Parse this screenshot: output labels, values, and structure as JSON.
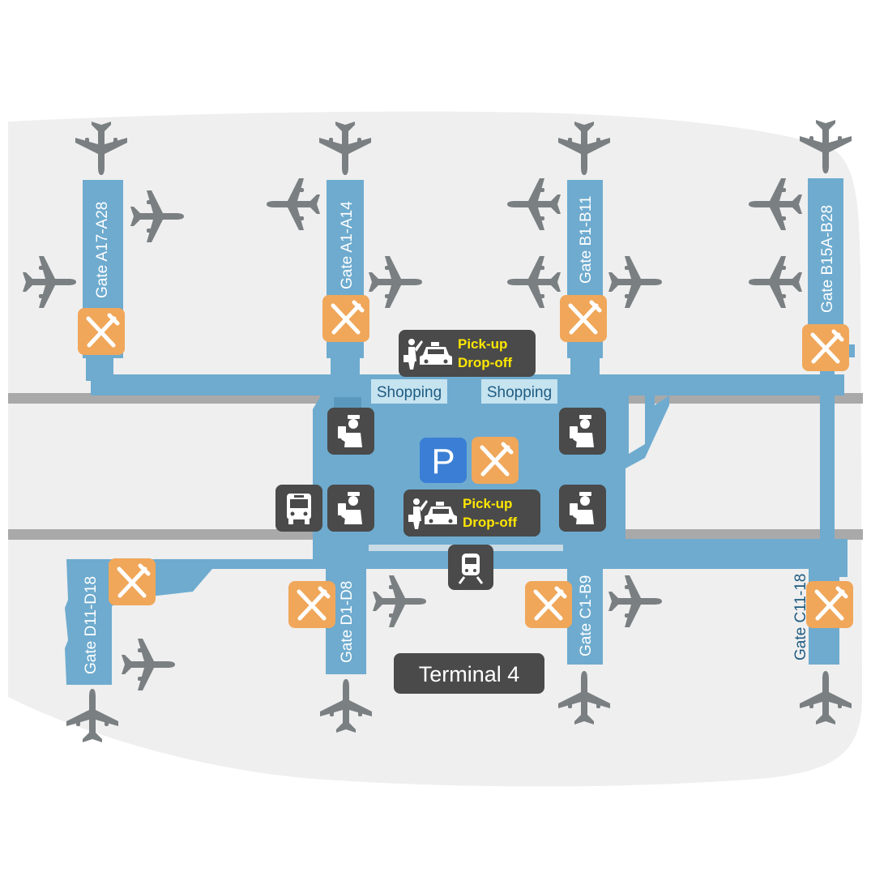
{
  "map": {
    "title": "Terminal 4",
    "colors": {
      "ground": "#efefef",
      "building": "#6eabcf",
      "building_dark": "#5b98bd",
      "road": "#a9a9a9",
      "plane": "#7a7f82",
      "restaurant": "#f0a75a",
      "service": "#4a4a4a",
      "parking": "#3a7fd5",
      "pickup_text": "#ffe600",
      "shopping_bg": "#c6e3f0",
      "shopping_text": "#1f5c82",
      "gate_label": "#ffffff",
      "gate_label_alt": "#1f5c82"
    },
    "gates": [
      {
        "id": "gate-a17-a28",
        "label": "Gate A17-A28"
      },
      {
        "id": "gate-a1-a14",
        "label": "Gate A1-A14"
      },
      {
        "id": "gate-b1-b11",
        "label": "Gate B1-B11"
      },
      {
        "id": "gate-b15a-b28",
        "label": "Gate B15A-B28"
      },
      {
        "id": "gate-d11-d18",
        "label": "Gate D11-D18"
      },
      {
        "id": "gate-d1-d8",
        "label": "Gate D1-D8"
      },
      {
        "id": "gate-c1-b9",
        "label": "Gate C1-B9"
      },
      {
        "id": "gate-c11-18",
        "label": "Gate C11-18"
      }
    ],
    "shopping": [
      "Shopping",
      "Shopping"
    ],
    "pickup": {
      "line1": "Pick-up",
      "line2": "Drop-off"
    },
    "parking_letter": "P",
    "icons": {
      "restaurant": "fork-knife-icon",
      "security": "security-officer-icon",
      "bus": "bus-icon",
      "train": "train-icon",
      "parking": "parking-icon",
      "taxi": "taxi-pickup-icon",
      "airplane": "airplane-icon"
    }
  }
}
